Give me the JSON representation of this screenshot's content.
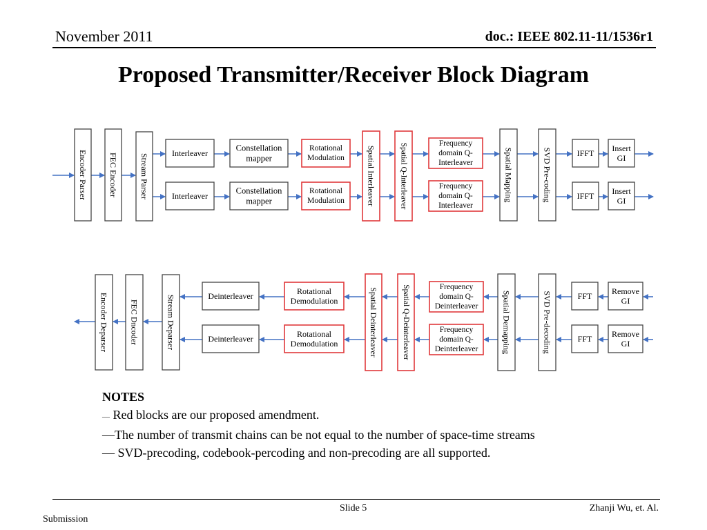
{
  "header": {
    "date": "November 2011",
    "doc": "doc.: IEEE 802.11-11/1536r1"
  },
  "title": "Proposed Transmitter/Receiver Block Diagram",
  "colors": {
    "proposed": "#e0393b",
    "normal": "#444444",
    "arrow": "#4472c4"
  },
  "diagram": {
    "tx": {
      "encoder_parser": "Encoder Parser",
      "fec_encoder": "FEC Encoder",
      "stream_parser": "Stream Parser",
      "interleaver": "Interleaver",
      "constellation_mapper": [
        "Constellation",
        "mapper"
      ],
      "rotational_modulation": [
        "Rotational",
        "Modulation"
      ],
      "spatial_interleaver": "Spatial Interleaver",
      "spatial_q_interleaver": "Spatial Q-Interleaver",
      "frequency_q_interleaver": [
        "Frequency",
        "domain Q-",
        "Interleaver"
      ],
      "spatial_mapping": "Spatial Mapping",
      "svd_precoding": "SVD Pre-coding",
      "ifft": "IFFT",
      "insert_gi": [
        "Insert",
        "GI"
      ]
    },
    "rx": {
      "encoder_deparser": "Encoder Deparser",
      "fec_decoder": "FEC Dncoder",
      "stream_deparser": "Stream Deparser",
      "deinterleaver": "Deinterleaver",
      "rotational_demodulation": [
        "Rotational",
        "Demodulation"
      ],
      "spatial_deinterleaver": "Spatial Deinterleaver",
      "spatial_q_deinterleaver": "Spatial Q-Deinterleaver",
      "frequency_q_deinterleaver": [
        "Frequency",
        "domain Q-",
        "Deinterleaver"
      ],
      "spatial_demapping": "Spatial Demapping",
      "svd_predecoding": "SVD Pre-decoding",
      "fft": "FFT",
      "remove_gi": [
        "Remove",
        "GI"
      ]
    }
  },
  "notes": {
    "heading": "NOTES",
    "dash_small": "—",
    "line1": "Red blocks are our proposed amendment.",
    "line2": "—The number of transmit chains can be not equal to the number of space-time streams",
    "line3": "— SVD-precoding, codebook-percoding and non-precoding are all supported."
  },
  "footer": {
    "slide": "Slide 5",
    "author": "Zhanji Wu,  et. Al.",
    "submission": "Submission"
  }
}
